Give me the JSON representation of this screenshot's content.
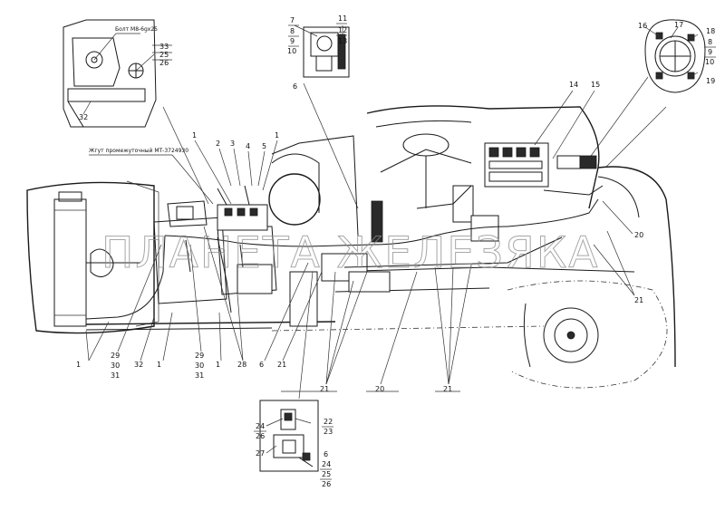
{
  "watermark": "ПЛАНЕТА ЖЕЛЕЗЯКА",
  "annotations": {
    "bolt_note": "Болт М8-6gх25",
    "harness_note": "Жгут промежуточный МТ-3724930"
  },
  "callouts": {
    "c33": "33",
    "c25a": "25",
    "c26a": "26",
    "c32a": "32",
    "c7": "7",
    "c8a": "8",
    "c9a": "9",
    "c10a": "10",
    "c11": "11",
    "c12": "12",
    "c13": "13",
    "c16": "16",
    "c17": "17",
    "c18": "18",
    "c8b": "8",
    "c9b": "9",
    "c10b": "10",
    "c19": "19",
    "c6a": "6",
    "c14": "14",
    "c15": "15",
    "c1a": "1",
    "c2": "2",
    "c3": "3",
    "c4": "4",
    "c5": "5",
    "c1b": "1",
    "c20a": "20",
    "c21a": "21",
    "c1c": "1",
    "c29a": "29",
    "c30a": "30",
    "c31a": "31",
    "c32b": "32",
    "c1d": "1",
    "c29b": "29",
    "c30b": "30",
    "c31b": "31",
    "c1e": "1",
    "c28": "28",
    "c6b": "6",
    "c21b": "21",
    "c21c": "21",
    "c20b": "20",
    "c21d": "21",
    "c24a": "24",
    "c26b": "26",
    "c22": "22",
    "c23": "23",
    "c27": "27",
    "c6c": "6",
    "c24b": "24",
    "c25b": "25",
    "c26c": "26"
  }
}
